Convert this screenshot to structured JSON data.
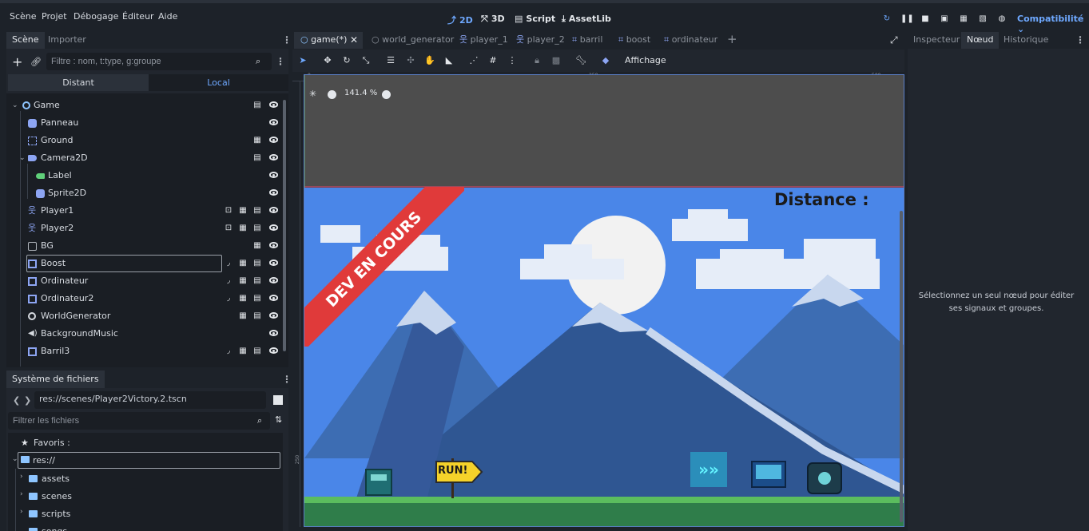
{
  "menu": [
    "Scène",
    "Projet",
    "Débogage",
    "Éditeur",
    "Aide"
  ],
  "modes": {
    "d2": "2D",
    "d3": "3D",
    "script": "Script",
    "assetlib": "AssetLib"
  },
  "renderer": "Compatibilité",
  "scene_dock": {
    "tabs": [
      "Scène",
      "Importer"
    ],
    "filter_placeholder": "Filtre : nom, t:type, g:groupe",
    "toggle": [
      "Distant",
      "Local"
    ],
    "nodes": [
      {
        "name": "Game",
        "icon": "node2d-icon"
      },
      {
        "name": "Panneau",
        "icon": "sprite-icon"
      },
      {
        "name": "Ground",
        "icon": "tilemap-icon"
      },
      {
        "name": "Camera2D",
        "icon": "camera-icon"
      },
      {
        "name": "Label",
        "icon": "label-icon"
      },
      {
        "name": "Sprite2D",
        "icon": "sprite-icon"
      },
      {
        "name": "Player1",
        "icon": "character-icon"
      },
      {
        "name": "Player2",
        "icon": "character-icon"
      },
      {
        "name": "BG",
        "icon": "parallax-icon"
      },
      {
        "name": "Boost",
        "icon": "area-icon"
      },
      {
        "name": "Ordinateur",
        "icon": "area-icon"
      },
      {
        "name": "Ordinateur2",
        "icon": "area-icon"
      },
      {
        "name": "WorldGenerator",
        "icon": "node2d-icon"
      },
      {
        "name": "BackgroundMusic",
        "icon": "audio-icon"
      },
      {
        "name": "Barril3",
        "icon": "area-icon"
      }
    ]
  },
  "filesystem": {
    "tab": "Système de fichiers",
    "path": "res://scenes/Player2Victory.2.tscn",
    "filter_placeholder": "Filtrer les fichiers",
    "favorites": "Favoris :",
    "root": "res://",
    "folders": [
      "assets",
      "scenes",
      "scripts",
      "songs"
    ]
  },
  "editor_tabs": [
    "game(*)",
    "world_generator",
    "player_1",
    "player_2",
    "barril",
    "boost",
    "ordinateur"
  ],
  "toolbar": {
    "view_label": "Affichage"
  },
  "viewport": {
    "zoom": "141.4 %",
    "ruler_marks": [
      "0",
      "250",
      "500"
    ],
    "ruler_left_mark": "250",
    "distance_label": "Distance :",
    "banner_text": "DEV EN COURS",
    "sign_text": "RUN!"
  },
  "right_dock": {
    "tabs": [
      "Inspecteur",
      "Nœud",
      "Historique"
    ],
    "message": "Sélectionnez un seul nœud pour éditer ses signaux et groupes."
  },
  "colors": {
    "accent": "#6ea8fe",
    "sky": "#4a86e8",
    "selected_tab": "#2b313a"
  }
}
